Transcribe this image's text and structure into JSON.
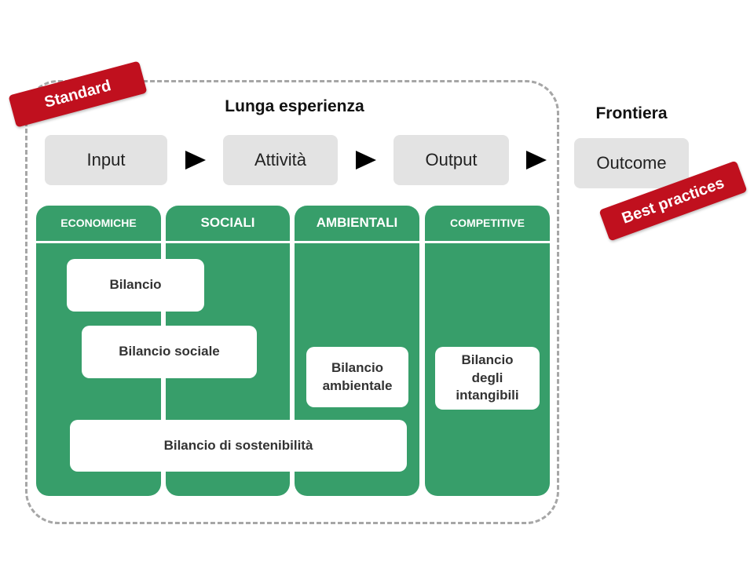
{
  "headings": {
    "long_experience": "Lunga esperienza",
    "frontier": "Frontiera"
  },
  "flow": {
    "steps": [
      "Input",
      "Attività",
      "Output",
      "Outcome"
    ],
    "arrow_icon": "play-arrow-icon"
  },
  "columns": [
    {
      "label": "ECONOMICHE"
    },
    {
      "label": "SOCIALI"
    },
    {
      "label": "AMBIENTALI"
    },
    {
      "label": "COMPETITIVE"
    }
  ],
  "reports": {
    "bilancio": "Bilancio",
    "bilancio_sociale": "Bilancio sociale",
    "bilancio_ambientale": "Bilancio\nambientale",
    "bilancio_intangibili": "Bilancio\ndegli\nintangibili",
    "bilancio_sostenibilita": "Bilancio di sostenibilità"
  },
  "badges": {
    "standard": "Standard",
    "best_practices": "Best practices"
  },
  "colors": {
    "green": "#379e6a",
    "grey_box": "#e3e3e3",
    "badge_red": "#c0101e",
    "dash": "#a6a6a6"
  }
}
